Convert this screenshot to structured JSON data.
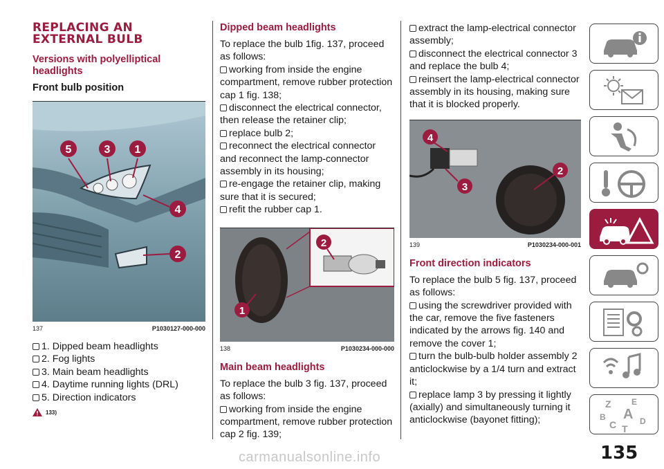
{
  "page_number": "135",
  "watermark": "carmanualsonline.info",
  "col1": {
    "title_line1": "REPLACING AN",
    "title_line2": "EXTERNAL BULB",
    "subtitle": "Versions with polyelliptical headlights",
    "section": "Front bulb position",
    "figure": {
      "number": "137",
      "code": "P1030127-000-000",
      "callouts": [
        "5",
        "3",
        "1",
        "4",
        "2"
      ]
    },
    "legend": [
      "1. Dipped beam headlights",
      "2. Fog lights",
      "3. Main beam headlights",
      "4. Daytime running lights (DRL)",
      "5. Direction indicators"
    ],
    "warning_ref": "133)"
  },
  "col2": {
    "dipped_title": "Dipped beam headlights",
    "dipped_intro": "To replace the bulb 1fig. 137, proceed as follows:",
    "dipped_steps": [
      "working from inside the engine compartment, remove rubber protection cap 1 fig. 138;",
      "disconnect the electrical connector, then release the retainer clip;",
      "replace bulb 2;",
      "reconnect the electrical connector and reconnect the lamp-connector assembly in its housing;",
      "re-engage the retainer clip, making sure that it is secured;",
      "refit the rubber cap 1."
    ],
    "figure": {
      "number": "138",
      "code": "P1030234-000-000",
      "callouts": [
        "1",
        "2"
      ]
    },
    "main_title": "Main beam headlights",
    "main_intro": "To replace the bulb 3 fig. 137, proceed as follows:",
    "main_steps": [
      "working from inside the engine compartment, remove rubber protection cap 2 fig. 139;"
    ]
  },
  "col3": {
    "cont_steps": [
      "extract the lamp-electrical connector assembly;",
      "disconnect the electrical connector 3 and replace the bulb 4;",
      "reinsert the lamp-electrical connector assembly in its housing, making sure that it is blocked properly."
    ],
    "figure": {
      "number": "139",
      "code": "P1030234-000-001",
      "callouts": [
        "4",
        "3",
        "2"
      ]
    },
    "dir_title": "Front direction indicators",
    "dir_intro": "To replace the bulb 5 fig. 137, proceed as follows:",
    "dir_steps": [
      "using the screwdriver provided with the car, remove the five fasteners indicated by the arrows fig. 140 and remove the cover 1;",
      "turn the bulb-bulb holder assembly 2 anticlockwise by a 1/4 turn and extract it;",
      "replace lamp 3 by pressing it lightly (axially) and simultaneously turning it anticlockwise (bayonet fitting);"
    ]
  },
  "sidebar": {
    "active_index": 5,
    "tabs": [
      {
        "icon": "car-info-icon"
      },
      {
        "icon": "warning-lights-icon"
      },
      {
        "icon": "safety-seat-icon"
      },
      {
        "icon": "steering-wheel-icon"
      },
      {
        "icon": "emergency-car-icon"
      },
      {
        "icon": "car-maintenance-icon"
      },
      {
        "icon": "technical-data-icon"
      },
      {
        "icon": "multimedia-icon"
      },
      {
        "icon": "index-letters-icon"
      }
    ],
    "index_letters": [
      "Z",
      "E",
      "A",
      "B",
      "C",
      "D",
      "T"
    ],
    "accent_color": "#9b1c3f"
  }
}
